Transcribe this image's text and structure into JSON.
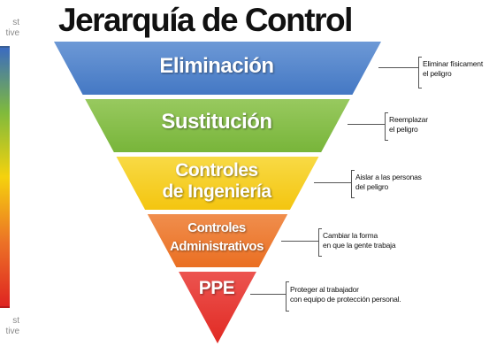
{
  "title": "Jerarquía de Control",
  "scale": {
    "top_label_lines": [
      "st",
      "tive"
    ],
    "bottom_label_lines": [
      "st",
      "tive"
    ],
    "gradient": [
      "#3b6bc0",
      "#7fba3c",
      "#f5d20d",
      "#ec7326",
      "#df2421"
    ]
  },
  "levels": [
    {
      "label_lines": [
        "Eliminación"
      ],
      "color": "#4478c4",
      "color_light": "#6d99d6",
      "note_lines": [
        "Eliminar físicament",
        "el peligro"
      ]
    },
    {
      "label_lines": [
        "Sustitución"
      ],
      "color": "#78b53a",
      "color_light": "#98c95f",
      "note_lines": [
        "Reemplazar",
        "el peligro"
      ]
    },
    {
      "label_lines": [
        "Controles",
        "de Ingeniería"
      ],
      "color": "#f4c510",
      "color_light": "#f8da45",
      "note_lines": [
        "Aislar a las personas",
        "del peligro"
      ]
    },
    {
      "label_lines": [
        "Controles",
        "Administrativos"
      ],
      "color": "#ea6f22",
      "color_light": "#f08e4d",
      "note_lines": [
        "Cambiar la forma",
        "en que la gente trabaja"
      ]
    },
    {
      "label_lines": [
        "PPE"
      ],
      "color": "#e12a23",
      "color_light": "#ec5450",
      "note_lines": [
        "Proteger al trabajador",
        "con equipo de protección personal."
      ]
    }
  ]
}
